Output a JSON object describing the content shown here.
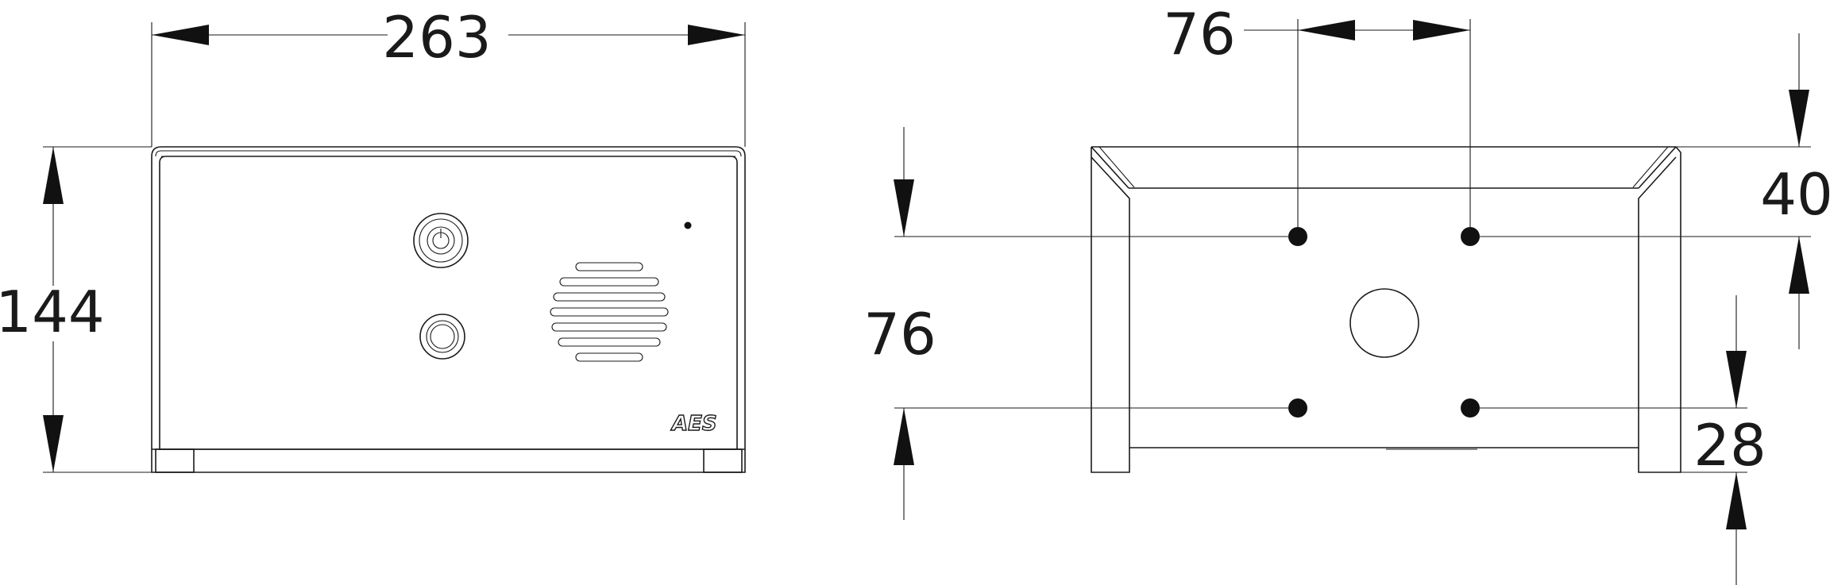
{
  "front_view": {
    "width_dim": "263",
    "height_dim": "144",
    "logo": "AES"
  },
  "back_view": {
    "hole_spacing_horizontal": "76",
    "hole_spacing_vertical": "76",
    "top_offset": "40",
    "bottom_offset": "28"
  }
}
